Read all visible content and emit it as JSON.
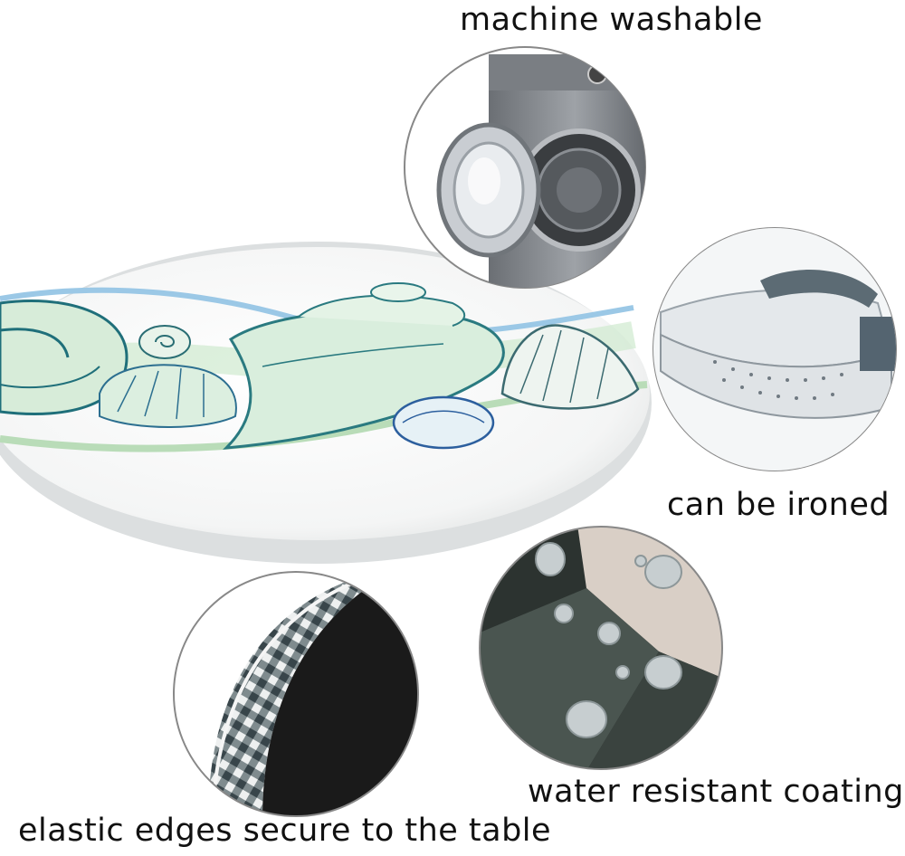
{
  "features": {
    "machine_washable": "machine washable",
    "can_be_ironed": "can be ironed",
    "water_resistant": "water resistant coating",
    "elastic_edges": "elastic edges secure to the table"
  },
  "colors": {
    "background": "#ffffff",
    "text": "#111111",
    "seashell_green": "#a8d8b4",
    "seashell_teal": "#1f6f7a",
    "seashell_blue": "#6aa8d8",
    "gingham_dark": "#3e4a4e",
    "fabric_black": "#1a1a1a"
  },
  "icons": [
    "washing-machine",
    "steam-iron",
    "water-droplets",
    "elastic-edge"
  ]
}
